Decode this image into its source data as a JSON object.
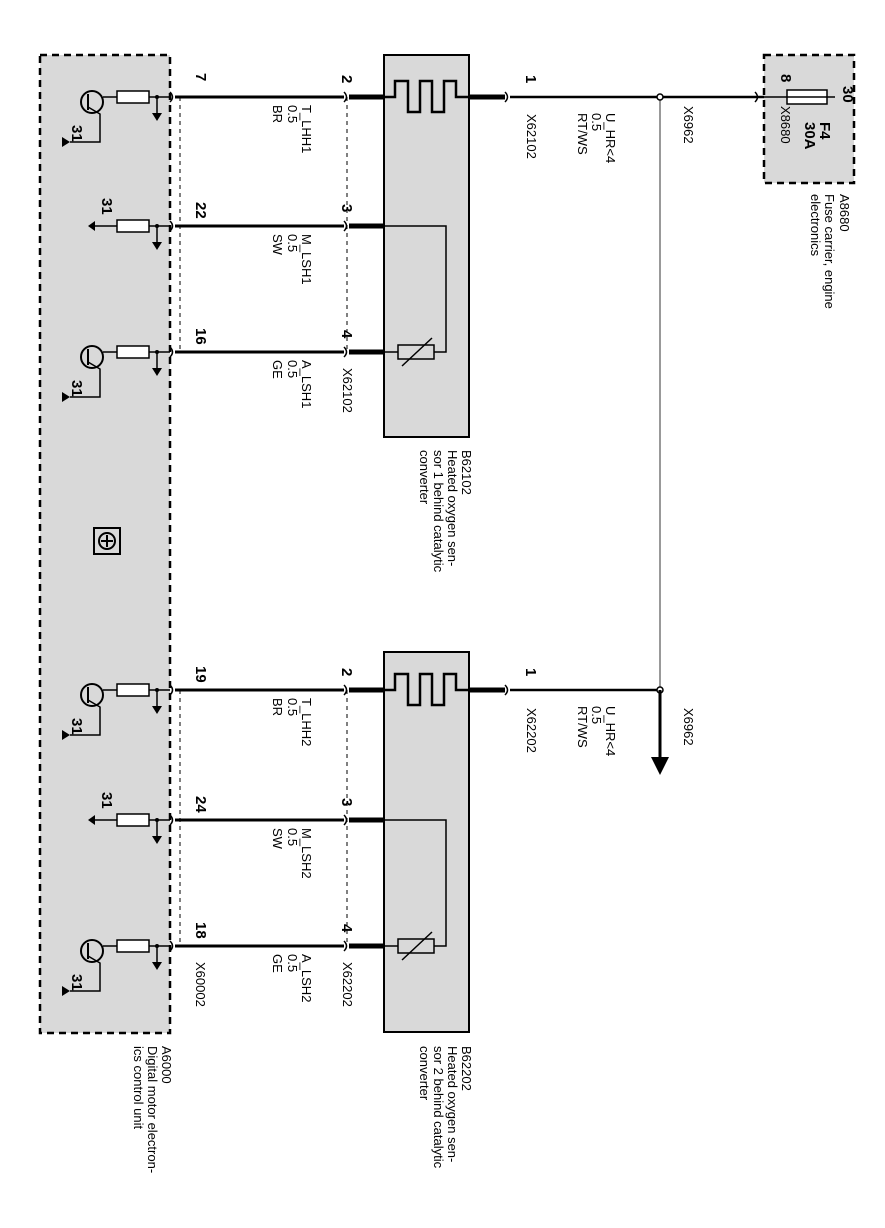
{
  "components": {
    "ecu": {
      "id": "A6000",
      "desc1": "Digital motor electron-",
      "desc2": "ics control unit",
      "connector": "X60002",
      "ground_label": "31"
    },
    "sensor1": {
      "id": "B62102",
      "desc1": "Heated oxygen sen-",
      "desc2": "sor 1 behind catalytic",
      "desc3": "converter",
      "connector": "X62102"
    },
    "sensor2": {
      "id": "B62202",
      "desc1": "Heated oxygen sen-",
      "desc2": "sor 2 behind catalytic",
      "desc3": "converter",
      "connector": "X62202"
    },
    "fuse": {
      "id": "A8680",
      "desc1": "Fuse carrier, engine",
      "desc2": "electronics",
      "connector": "X8680",
      "pin": "8",
      "terminal": "30",
      "fuse_name": "F4",
      "rating": "30A"
    },
    "splice": {
      "id": "X6962",
      "continuation": "X6962"
    }
  },
  "wires": [
    {
      "ecu_pin": "7",
      "sensor_pin": "2",
      "signal": "T_LHH1",
      "size": "0.5",
      "color": "BR"
    },
    {
      "ecu_pin": "22",
      "sensor_pin": "3",
      "signal": "M_LSH1",
      "size": "0.5",
      "color": "SW"
    },
    {
      "ecu_pin": "16",
      "sensor_pin": "4",
      "signal": "A_LSH1",
      "size": "0.5",
      "color": "GE"
    },
    {
      "ecu_pin": "19",
      "sensor_pin": "2",
      "signal": "T_LHH2",
      "size": "0.5",
      "color": "BR"
    },
    {
      "ecu_pin": "24",
      "sensor_pin": "3",
      "signal": "M_LSH2",
      "size": "0.5",
      "color": "SW"
    },
    {
      "ecu_pin": "18",
      "sensor_pin": "4",
      "signal": "A_LSH2",
      "size": "0.5",
      "color": "GE"
    }
  ],
  "supply_wires": [
    {
      "pin": "1",
      "signal": "U_HR<4",
      "size": "0.5",
      "color": "RT/WS"
    },
    {
      "pin": "1",
      "signal": "U_HR<4",
      "size": "0.5",
      "color": "RT/WS"
    }
  ],
  "colors": {
    "box_fill": "#d9d9d9",
    "line": "#000000",
    "splice_line": "#999999"
  }
}
